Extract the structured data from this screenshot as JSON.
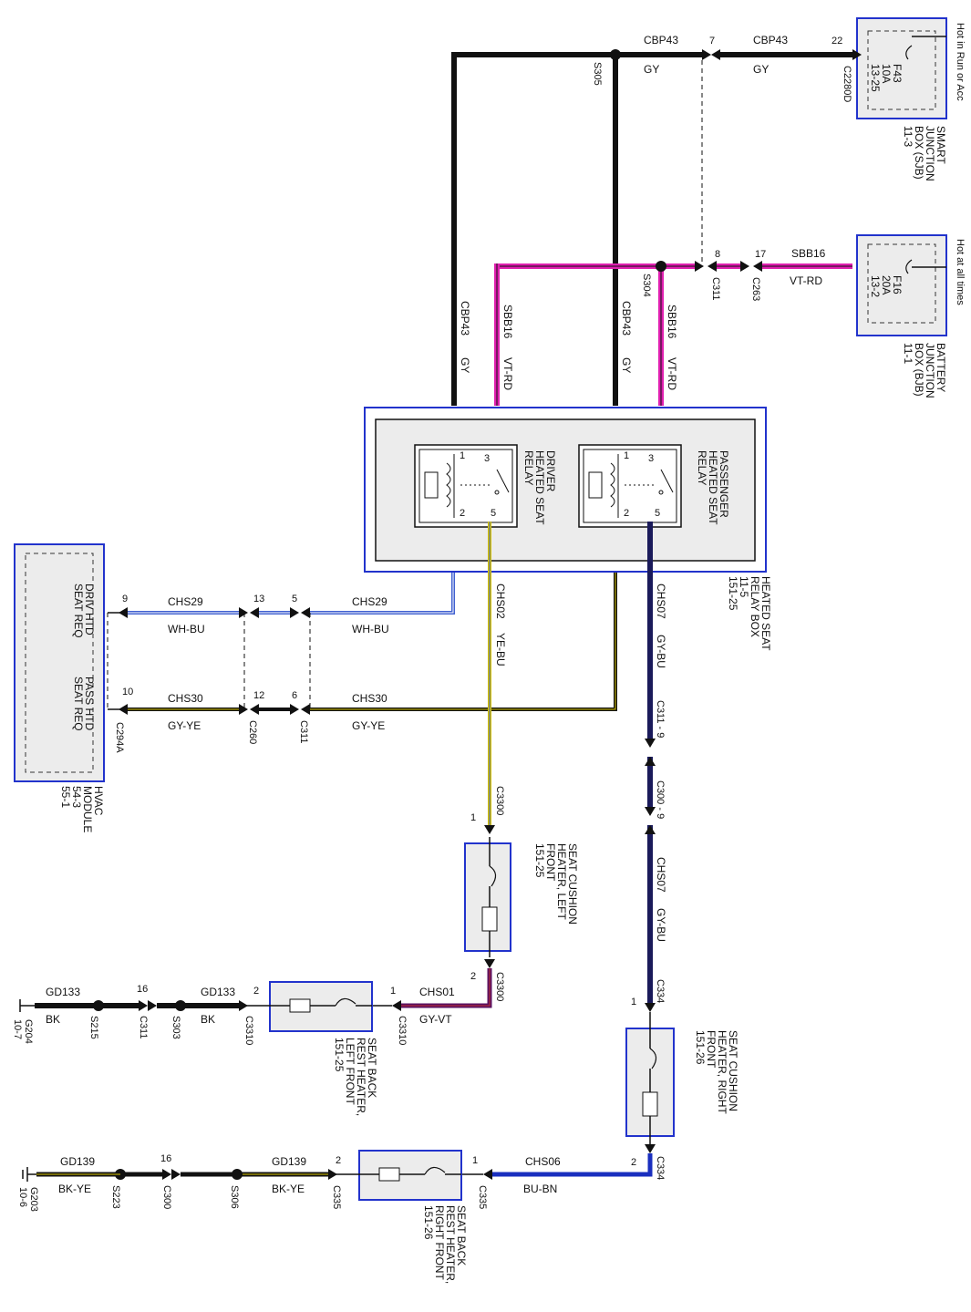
{
  "sources": {
    "sjb": {
      "hot_label": "Hot in Run or Acc",
      "fuse_name": "F43",
      "fuse_rating": "10A",
      "fuse_ref": "13-25",
      "box_line1": "SMART",
      "box_line2": "JUNCTION",
      "box_line3": "BOX (SJB)",
      "box_ref": "11-3",
      "connector": "C2280D",
      "pin": "22"
    },
    "bjb": {
      "hot_label": "Hot at all times",
      "fuse_name": "F16",
      "fuse_rating": "20A",
      "fuse_ref": "13-2",
      "box_line1": "BATTERY",
      "box_line2": "JUNCTION",
      "box_line3": "BOX (BJB)",
      "box_ref": "11-1",
      "pin": "17"
    }
  },
  "top_wires": {
    "cbp43_circuit": "CBP43",
    "cbp43_color": "GY",
    "cbp43_pin": "7",
    "splice_s305": "S305",
    "sbb16_circuit": "SBB16",
    "sbb16_color": "VT-RD",
    "sbb16_pin_c311": "8",
    "c311": "C311",
    "c263": "C263",
    "splice_s304": "S304"
  },
  "relay_box": {
    "line1": "HEATED SEAT",
    "line2": "RELAY BOX",
    "ref1": "11-5",
    "ref2": "151-25",
    "driver_relay": [
      "DRIVER",
      "HEATED SEAT",
      "RELAY"
    ],
    "pass_relay": [
      "PASSENGER",
      "HEATED SEAT",
      "RELAY"
    ],
    "pins": [
      "1",
      "2",
      "3",
      "5"
    ]
  },
  "hvac": {
    "in1_line1": "DRIV HTD",
    "in1_line2": "SEAT REQ",
    "in2_line1": "PASS HTD",
    "in2_line2": "SEAT REQ",
    "name": "HVAC",
    "name2": "MODULE",
    "ref1": "54-3",
    "ref2": "55-1",
    "connector": "C294A",
    "pin_a": "9",
    "pin_b": "10"
  },
  "mid_wires": {
    "chs29": "CHS29",
    "chs29_color": "WH-BU",
    "chs30": "CHS30",
    "chs30_color": "GY-YE",
    "c260": "C260",
    "c260_pin_a": "13",
    "c260_pin_b": "12",
    "c311": "C311",
    "c311_pin_a": "5",
    "c311_pin_b": "6",
    "chs02": "CHS02",
    "chs02_color": "YE-BU",
    "chs07": "CHS07",
    "chs07_color": "GY-BU",
    "c311_9": "C311 - 9",
    "c300_9": "C300 - 9"
  },
  "left_heaters": {
    "cushion_label": [
      "SEAT CUSHION",
      "HEATER, LEFT",
      "FRONT"
    ],
    "cushion_ref": "151-25",
    "c3300": "C3300",
    "pin1": "1",
    "pin2": "2",
    "chs01": "CHS01",
    "chs01_color": "GY-VT",
    "c3310": "C3310",
    "back_label": [
      "SEAT BACK",
      "REST HEATER,",
      "LEFT FRONT"
    ],
    "back_ref": "151-25",
    "gd133": "GD133",
    "bk": "BK",
    "s303": "S303",
    "c311": "C311",
    "pin16": "16",
    "s215": "S215",
    "g204": "G204",
    "g204_ref": "10-7"
  },
  "right_heaters": {
    "cushion_label": [
      "SEAT CUSHION",
      "HEATER, RIGHT",
      "FRONT"
    ],
    "cushion_ref": "151-26",
    "c334": "C334",
    "pin1": "1",
    "pin2": "2",
    "chs06": "CHS06",
    "chs06_color": "BU-BN",
    "c335": "C335",
    "back_label": [
      "SEAT BACK",
      "REST HEATER,",
      "RIGHT FRONT"
    ],
    "back_ref": "151-26",
    "gd139": "GD139",
    "bkye": "BK-YE",
    "s306": "S306",
    "c300": "C300",
    "pin16": "16",
    "s223": "S223",
    "g203": "G203",
    "g203_ref": "10-6"
  },
  "colors": {
    "gray_wire": "#111111",
    "violet_red": "#e020b0",
    "blue_brown": "#1a2fbf",
    "box_outline": "#2233cc",
    "box_fill": "#ececec",
    "white_blue": "#4060d0"
  }
}
